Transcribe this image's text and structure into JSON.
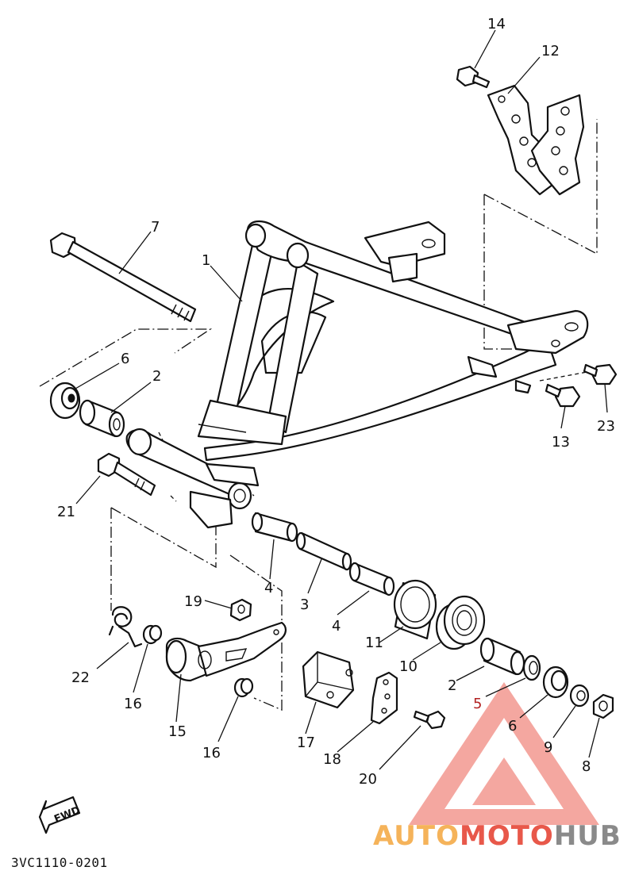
{
  "callouts": [
    {
      "id": "14",
      "label": "14"
    },
    {
      "id": "12",
      "label": "12"
    },
    {
      "id": "7",
      "label": "7"
    },
    {
      "id": "1",
      "label": "1"
    },
    {
      "id": "6a",
      "label": "6"
    },
    {
      "id": "2a",
      "label": "2"
    },
    {
      "id": "13",
      "label": "13"
    },
    {
      "id": "23",
      "label": "23"
    },
    {
      "id": "21",
      "label": "21"
    },
    {
      "id": "4a",
      "label": "4"
    },
    {
      "id": "3",
      "label": "3"
    },
    {
      "id": "4b",
      "label": "4"
    },
    {
      "id": "19",
      "label": "19"
    },
    {
      "id": "11",
      "label": "11"
    },
    {
      "id": "10",
      "label": "10"
    },
    {
      "id": "2b",
      "label": "2"
    },
    {
      "id": "22",
      "label": "22"
    },
    {
      "id": "16a",
      "label": "16"
    },
    {
      "id": "15",
      "label": "15"
    },
    {
      "id": "16b",
      "label": "16"
    },
    {
      "id": "17",
      "label": "17"
    },
    {
      "id": "18",
      "label": "18"
    },
    {
      "id": "20",
      "label": "20"
    },
    {
      "id": "5",
      "label": "5"
    },
    {
      "id": "6b",
      "label": "6"
    },
    {
      "id": "9",
      "label": "9"
    },
    {
      "id": "8",
      "label": "8"
    }
  ],
  "fwd_label": "FWD",
  "diagram_code": "3VC1110-0201",
  "watermark": {
    "part1": "AUTO",
    "part2": "MOTO",
    "part3": "HUB",
    "color_auto": "#f5b35a",
    "color_moto": "#e8584a",
    "color_hub": "#8a8a8a",
    "triangle_color": "#f08a80"
  }
}
